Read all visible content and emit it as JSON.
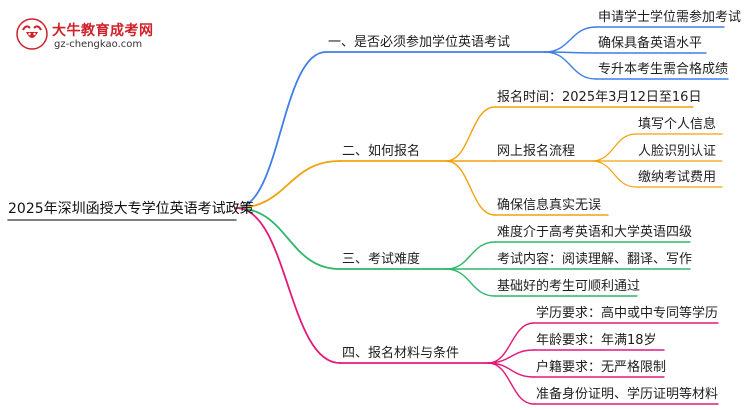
{
  "logo": {
    "title": "大牛教育成考网",
    "url": "gz-chengkao.com"
  },
  "root": "2025年深圳函授大专学位英语考试政策",
  "colors": {
    "branch1": "#3f7ee8",
    "branch2": "#f2a20a",
    "branch3": "#2eb86b",
    "branch4": "#e3197a",
    "logo_red": "#d0202a"
  },
  "branches": [
    {
      "label": "一、是否必须参加学位英语考试",
      "children": [
        {
          "label": "申请学士学位需参加考试"
        },
        {
          "label": "确保具备英语水平"
        },
        {
          "label": "专升本考生需合格成绩"
        }
      ]
    },
    {
      "label": "二、如何报名",
      "children": [
        {
          "label": "报名时间：2025年3月12日至16日"
        },
        {
          "label": "网上报名流程",
          "children": [
            {
              "label": "填写个人信息"
            },
            {
              "label": "人脸识别认证"
            },
            {
              "label": "缴纳考试费用"
            }
          ]
        },
        {
          "label": "确保信息真实无误"
        }
      ]
    },
    {
      "label": "三、考试难度",
      "children": [
        {
          "label": "难度介于高考英语和大学英语四级"
        },
        {
          "label": "考试内容：阅读理解、翻译、写作"
        },
        {
          "label": "基础好的考生可顺利通过"
        }
      ]
    },
    {
      "label": "四、报名材料与条件",
      "children": [
        {
          "label": "学历要求：高中或中专同等学历"
        },
        {
          "label": "年龄要求：年满18岁"
        },
        {
          "label": "户籍要求：无严格限制"
        },
        {
          "label": "准备身份证明、学历证明等材料"
        }
      ]
    }
  ]
}
